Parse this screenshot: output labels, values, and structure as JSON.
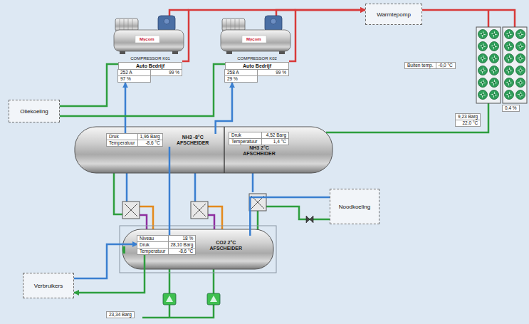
{
  "diagram": {
    "nodes": [
      {
        "text": [
          "Warmtepomp"
        ]
      },
      {
        "text": [
          "COMPRESSOR K01",
          "Auto Bedrijf",
          "252 A",
          "99 %",
          "97 %"
        ]
      },
      {
        "text": [
          "COMPRESSOR K02",
          "Auto Bedrijf",
          "258 A",
          "99 %",
          "29 %"
        ]
      },
      {
        "text": [
          "Buiten temp.",
          "-0,0 °C"
        ]
      },
      {
        "text": [
          "Oliekoeling"
        ]
      },
      {
        "text": [
          "0,4 %"
        ]
      },
      {
        "text": [
          "9,23 Barg",
          "22,0 °C"
        ]
      },
      {
        "text": [
          "Druk",
          "1,96 Barg",
          "Temperatuur",
          "-8,6 °C",
          "NH3 -8°C AFSCHEIDER"
        ]
      },
      {
        "text": [
          "Druk",
          "4,52 Barg",
          "Temperatuur",
          "1,4 °C",
          "NH3 2°C AFSCHEIDER"
        ]
      },
      {
        "text": [
          "Noodkoeling"
        ]
      },
      {
        "text": [
          "Niveau",
          "18 %",
          "Druk",
          "28,10 Barg",
          "Temperatuur",
          "-8,6 °C",
          "CO2 2°C AFSCHEIDER"
        ]
      },
      {
        "text": [
          "Verbruikers"
        ]
      },
      {
        "text": [
          "23,34 Barg"
        ]
      }
    ],
    "edges": [
      {
        "from": 7,
        "to": 1,
        "arrow": "to"
      },
      {
        "from": 7,
        "to": 2,
        "arrow": "to"
      },
      {
        "from": 1,
        "to": 0,
        "arrow": "to"
      },
      {
        "from": 2,
        "to": 0,
        "arrow": "to"
      },
      {
        "from": 4,
        "to": 1,
        "arrow": "none"
      },
      {
        "from": 4,
        "to": 2,
        "arrow": "none"
      },
      {
        "from": 11,
        "to": 10,
        "arrow": "to"
      },
      {
        "from": 10,
        "to": 11,
        "arrow": "to"
      },
      {
        "from": 9,
        "to": 10,
        "arrow": "none"
      },
      {
        "from": 7,
        "to": 10,
        "arrow": "none"
      }
    ],
    "labels": [
      "Mycom",
      "Mycom"
    ]
  }
}
